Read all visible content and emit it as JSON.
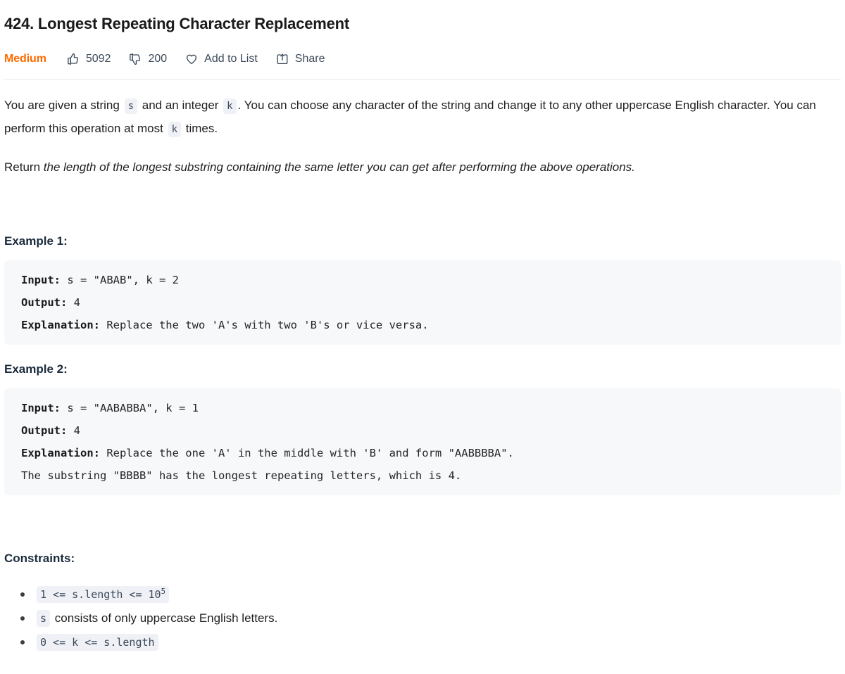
{
  "problem": {
    "title": "424. Longest Repeating Character Replacement",
    "difficulty": "Medium",
    "difficulty_color": "#ff6a00"
  },
  "actions": {
    "likes": "5092",
    "dislikes": "200",
    "add_to_list": "Add to List",
    "share": "Share",
    "icons": {
      "like": "thumbs-up-icon",
      "dislike": "thumbs-down-icon",
      "favorite": "heart-icon",
      "share": "share-icon"
    }
  },
  "description": {
    "p1_a": "You are given a string",
    "p1_code_s": "s",
    "p1_b": "and an integer",
    "p1_code_k": "k",
    "p1_c": ". You can choose any character of the string and change it to any other uppercase English character. You can perform this operation at most",
    "p1_code_k2": "k",
    "p1_d": "times.",
    "p2_lead": "Return",
    "p2_italic": "the length of the longest substring containing the same letter you can get after performing the above operations."
  },
  "examples": [
    {
      "heading": "Example 1:",
      "lines": [
        {
          "label": "Input:",
          "text": " s = \"ABAB\", k = 2"
        },
        {
          "label": "Output:",
          "text": " 4"
        },
        {
          "label": "Explanation:",
          "text": " Replace the two 'A's with two 'B's or vice versa."
        }
      ]
    },
    {
      "heading": "Example 2:",
      "lines": [
        {
          "label": "Input:",
          "text": " s = \"AABABBA\", k = 1"
        },
        {
          "label": "Output:",
          "text": " 4"
        },
        {
          "label": "Explanation:",
          "text": " Replace the one 'A' in the middle with 'B' and form \"AABBBBA\".\nThe substring \"BBBB\" has the longest repeating letters, which is 4."
        }
      ]
    }
  ],
  "constraints": {
    "heading": "Constraints:",
    "items": [
      {
        "code_prefix": "1 <= s.length <= 10",
        "code_sup": "5",
        "plain": ""
      },
      {
        "code_prefix": "s",
        "code_sup": "",
        "plain": "consists of only uppercase English letters."
      },
      {
        "code_prefix": "0 <= k <= s.length",
        "code_sup": "",
        "plain": ""
      }
    ]
  }
}
